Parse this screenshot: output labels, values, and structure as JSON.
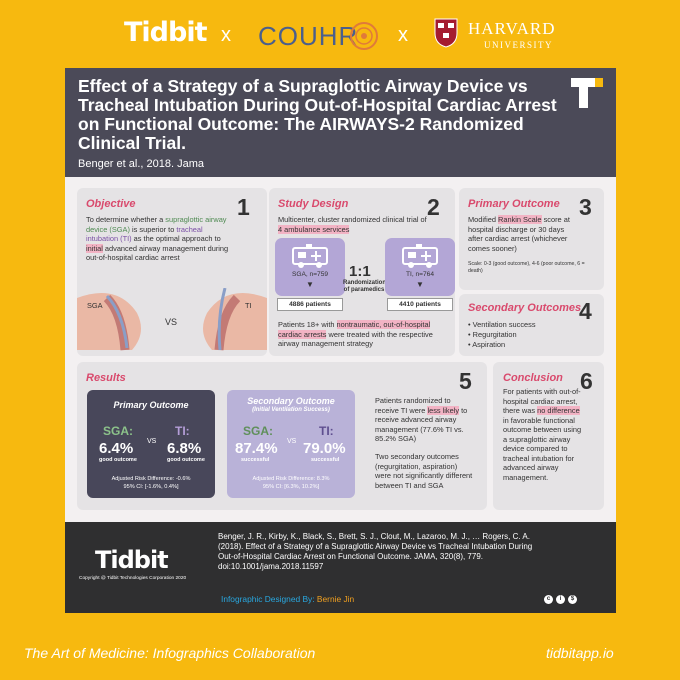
{
  "header_logos": {
    "tidbit": "Tidbit",
    "separator": "x",
    "couhr_prefix": "COUHR",
    "harvard_name": "HARVARD",
    "harvard_sub": "UNIVERSITY"
  },
  "infographic": {
    "title": "Effect of a Strategy of a Supraglottic Airway Device vs Tracheal Intubation During Out-of-Hospital Cardiac Arrest on Functional Outcome: The AIRWAYS-2 Randomized Clinical Trial.",
    "byline": "Benger et al., 2018. Jama",
    "objective": {
      "title": "Objective",
      "number": "1",
      "text_1": "To determine whether a ",
      "sga_term": "supraglottic airway device (SGA)",
      "text_2": " is superior to ",
      "ti_term": "tracheal intubation (TI)",
      "text_3": " as the optimal approach to ",
      "initial": "initial",
      "text_4": " advanced airway management during out-of-hospital cardiac arrest",
      "sga_label": "SGA",
      "vs_label": "VS",
      "ti_label": "TI"
    },
    "study_design": {
      "title": "Study Design",
      "number": "2",
      "text_1": "Multicenter, cluster randomized clinical trial of ",
      "ambulance": "4 ambulance services",
      "ratio": "1:1",
      "ratio_label": "Randomization of paramedics",
      "sga_group": "SGA, n=759",
      "ti_group": "TI, n=764",
      "sga_patients": "4886 patients",
      "ti_patients": "4410 patients",
      "note_1": "Patients 18+ with ",
      "note_highlight": "nontraumatic, out-of-hospital cardiac arrests",
      "note_2": " were treated with the respective airway management strategy"
    },
    "primary_outcome": {
      "title": "Primary Outcome",
      "number": "3",
      "text_1": "Modified ",
      "rankin": "Rankin Scale",
      "text_2": " score at hospital discharge or 30 days after cardiac arrest (whichever comes sooner)",
      "scale": "Scale: 0-3 (good outcome), 4-6 (poor outcome, 6 = death)"
    },
    "secondary_outcomes": {
      "title": "Secondary Outcomes",
      "number": "4",
      "items": [
        "Ventilation success",
        "Regurgitation",
        "Aspiration"
      ]
    },
    "results": {
      "title": "Results",
      "number": "5",
      "primary": {
        "title": "Primary Outcome",
        "sga_label": "SGA:",
        "sga_value": "6.4%",
        "ti_label": "TI:",
        "ti_value": "6.8%",
        "sub": "good outcome",
        "vs": "VS",
        "ard": "Adjusted Risk Difference: -0.6%",
        "ci": "95% CI: [-1.6%, 0.4%]"
      },
      "secondary": {
        "title": "Secondary Outcome",
        "subtitle": "(Initial Ventilation Success)",
        "sga_label": "SGA:",
        "sga_value": "87.4%",
        "ti_label": "TI:",
        "ti_value": "79.0%",
        "sub": "successful",
        "vs": "VS",
        "ard": "Adjusted Risk Difference: 8.3%",
        "ci": "95% CI: [6.3%, 10.2%]"
      },
      "text_1": "Patients randomized to receive TI were ",
      "less_likely": "less likely",
      "text_2": " to receive advanced airway management (77.6% TI vs. 85.2% SGA)",
      "text_3": "Two secondary outcomes (regurgitation, aspiration) were not significantly different between TI and SGA"
    },
    "conclusion": {
      "title": "Conclusion",
      "number": "6",
      "text_1": "For patients with out-of-hospital cardiac arrest, there was ",
      "no_difference": "no difference",
      "text_2": " in favorable functional outcome between using a supraglottic airway device compared to tracheal intubation for advanced airway management."
    },
    "footer": {
      "logo": "Tidbit",
      "copyright": "Copyright @ Tidbit Technologies Corporation 2020",
      "reference": "Benger, J. R., Kirby, K., Black, S., Brett, S. J., Clout, M., Lazaroo, M. J., … Rogers, C. A. (2018). Effect of a Strategy of a Supraglottic Airway Device vs Tracheal Intubation During Out-of-Hospital Cardiac Arrest on Functional Outcome. JAMA, 320(8), 779. doi:10.1001/jama.2018.11597",
      "designed_by": "Infographic Designed By: ",
      "designer": "Bernie Jin"
    }
  },
  "bottom": {
    "left": "The Art of Medicine: Infographics Collaboration",
    "right": "tidbitapp.io"
  },
  "colors": {
    "background": "#f7b90f",
    "header": "#4b4a58",
    "accent": "#d94a6d",
    "panel": "#e5e3e5"
  }
}
